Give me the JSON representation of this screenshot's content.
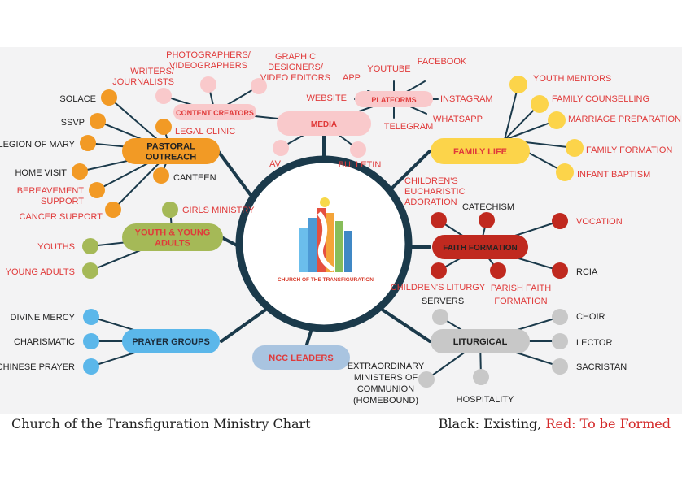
{
  "caption": "Church of the Transfiguration Ministry Chart",
  "legend": {
    "existing": "Black: Existing",
    "separator": ", ",
    "to_be_formed": "Red: To be Formed"
  },
  "colors": {
    "existing_text": "#222222",
    "to_be_formed_text": "#e03a3a",
    "hub_ring": "#1b3a4b",
    "spoke": "#1b3a4b",
    "orange": "#f29a25",
    "green": "#a5b957",
    "blue": "#5bb7ea",
    "pink": "#f9c9cb",
    "yellow": "#fcd44a",
    "dark_red": "#c0291f",
    "grey": "#c8c8c8",
    "ncc": "#a9c4e0"
  },
  "center_logo": {
    "name": "church-of-the-transfiguration-logo",
    "text": "CHURCH OF THE TRANSFIGURATION"
  },
  "groups": [
    {
      "id": "pastoral-outreach",
      "label": [
        "PASTORAL",
        "OUTREACH"
      ],
      "color": "orange",
      "status": "existing",
      "children": [
        {
          "label": [
            "SOLACE"
          ],
          "status": "existing"
        },
        {
          "label": [
            "SSVP"
          ],
          "status": "existing"
        },
        {
          "label": [
            "LEGION OF MARY"
          ],
          "status": "existing"
        },
        {
          "label": [
            "HOME VISIT"
          ],
          "status": "existing"
        },
        {
          "label": [
            "BEREAVEMENT",
            "SUPPORT"
          ],
          "status": "to_be_formed"
        },
        {
          "label": [
            "CANCER SUPPORT"
          ],
          "status": "to_be_formed"
        },
        {
          "label": [
            "LEGAL CLINIC"
          ],
          "status": "to_be_formed"
        },
        {
          "label": [
            "CANTEEN"
          ],
          "status": "existing"
        }
      ]
    },
    {
      "id": "youth-young-adults",
      "label": [
        "YOUTH & YOUNG",
        "ADULTS"
      ],
      "color": "green",
      "status": "to_be_formed",
      "children": [
        {
          "label": [
            "GIRLS MINISTRY"
          ],
          "status": "to_be_formed"
        },
        {
          "label": [
            "YOUTHS"
          ],
          "status": "to_be_formed"
        },
        {
          "label": [
            "YOUNG ADULTS"
          ],
          "status": "to_be_formed"
        }
      ]
    },
    {
      "id": "prayer-groups",
      "label": [
        "PRAYER GROUPS"
      ],
      "color": "blue",
      "status": "existing",
      "children": [
        {
          "label": [
            "DIVINE MERCY"
          ],
          "status": "existing"
        },
        {
          "label": [
            "CHARISMATIC"
          ],
          "status": "existing"
        },
        {
          "label": [
            "CHINESE PRAYER"
          ],
          "status": "existing"
        }
      ]
    },
    {
      "id": "ncc-leaders",
      "label": [
        "NCC LEADERS"
      ],
      "color": "ncc",
      "status": "to_be_formed",
      "children": []
    },
    {
      "id": "media",
      "label": [
        "MEDIA"
      ],
      "color": "pink",
      "status": "to_be_formed",
      "children": [
        {
          "label": [
            "AV"
          ],
          "status": "to_be_formed"
        },
        {
          "label": [
            "BULLETIN"
          ],
          "status": "to_be_formed"
        }
      ]
    },
    {
      "id": "content-creators",
      "label": [
        "CONTENT CREATORS"
      ],
      "color": "pink",
      "status": "to_be_formed",
      "children": [
        {
          "label": [
            "WRITERS/",
            "JOURNALISTS"
          ],
          "status": "to_be_formed"
        },
        {
          "label": [
            "PHOTOGRAPHERS/",
            "VIDEOGRAPHERS"
          ],
          "status": "to_be_formed"
        },
        {
          "label": [
            "GRAPHIC",
            "DESIGNERS/",
            "VIDEO EDITORS"
          ],
          "status": "to_be_formed"
        }
      ]
    },
    {
      "id": "platforms",
      "label": [
        "PLATFORMS"
      ],
      "color": "pink",
      "status": "to_be_formed",
      "children": [
        {
          "label": [
            "APP"
          ],
          "status": "to_be_formed"
        },
        {
          "label": [
            "YOUTUBE"
          ],
          "status": "to_be_formed"
        },
        {
          "label": [
            "FACEBOOK"
          ],
          "status": "to_be_formed"
        },
        {
          "label": [
            "WEBSITE"
          ],
          "status": "to_be_formed"
        },
        {
          "label": [
            "INSTAGRAM"
          ],
          "status": "to_be_formed"
        },
        {
          "label": [
            "TELEGRAM"
          ],
          "status": "to_be_formed"
        },
        {
          "label": [
            "WHATSAPP"
          ],
          "status": "to_be_formed"
        }
      ]
    },
    {
      "id": "family-life",
      "label": [
        "FAMILY LIFE"
      ],
      "color": "yellow",
      "status": "to_be_formed",
      "children": [
        {
          "label": [
            "YOUTH MENTORS"
          ],
          "status": "to_be_formed"
        },
        {
          "label": [
            "FAMILY COUNSELLING"
          ],
          "status": "to_be_formed"
        },
        {
          "label": [
            "MARRIAGE PREPARATION"
          ],
          "status": "to_be_formed"
        },
        {
          "label": [
            "FAMILY FORMATION"
          ],
          "status": "to_be_formed"
        },
        {
          "label": [
            "INFANT BAPTISM"
          ],
          "status": "to_be_formed"
        }
      ]
    },
    {
      "id": "faith-formation",
      "label": [
        "FAITH FORMATION"
      ],
      "color": "dark_red",
      "status": "to_be_formed",
      "children": [
        {
          "label": [
            "CHILDREN'S",
            "EUCHARISTIC",
            "ADORATION"
          ],
          "status": "to_be_formed"
        },
        {
          "label": [
            "CATECHISM"
          ],
          "status": "existing"
        },
        {
          "label": [
            "VOCATION"
          ],
          "status": "to_be_formed"
        },
        {
          "label": [
            "RCIA"
          ],
          "status": "existing"
        },
        {
          "label": [
            "CHILDREN'S LITURGY"
          ],
          "status": "to_be_formed"
        },
        {
          "label": [
            "PARISH FAITH",
            "FORMATION"
          ],
          "status": "to_be_formed"
        }
      ]
    },
    {
      "id": "liturgical",
      "label": [
        "LITURGICAL"
      ],
      "color": "grey",
      "status": "existing",
      "children": [
        {
          "label": [
            "SERVERS"
          ],
          "status": "existing"
        },
        {
          "label": [
            "CHOIR"
          ],
          "status": "existing"
        },
        {
          "label": [
            "LECTOR"
          ],
          "status": "existing"
        },
        {
          "label": [
            "SACRISTAN"
          ],
          "status": "existing"
        },
        {
          "label": [
            "EXTRAORDINARY",
            "MINISTERS OF",
            "COMMUNION",
            "(HOMEBOUND)"
          ],
          "status": "existing"
        },
        {
          "label": [
            "HOSPITALITY"
          ],
          "status": "existing"
        }
      ]
    }
  ]
}
